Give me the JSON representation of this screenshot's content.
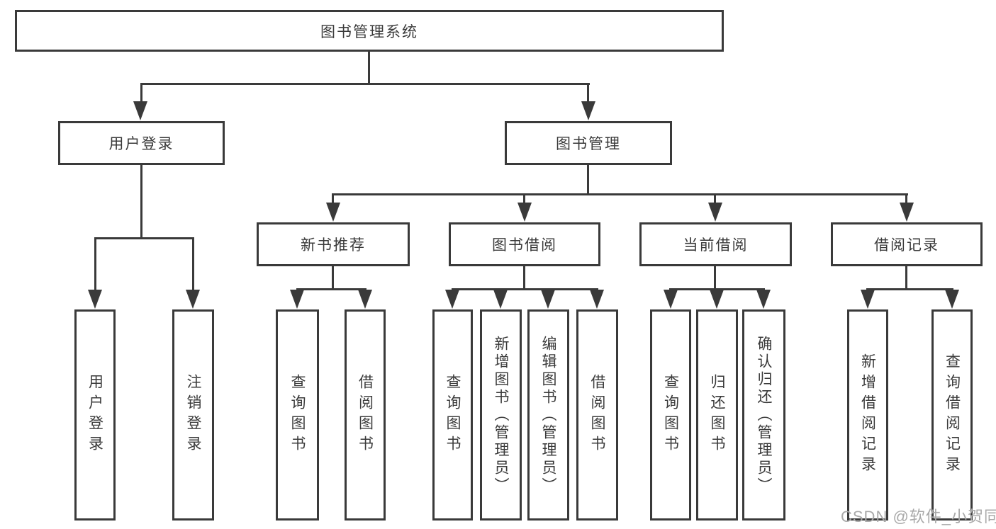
{
  "tree": {
    "root": {
      "label": "图书管理系统"
    },
    "branches": [
      {
        "label": "用户登录",
        "children": [
          {
            "label": "用户登录"
          },
          {
            "label": "注销登录"
          }
        ]
      },
      {
        "label": "图书管理",
        "children": [
          {
            "label": "新书推荐",
            "children": [
              {
                "label": "查询图书"
              },
              {
                "label": "借阅图书"
              }
            ]
          },
          {
            "label": "图书借阅",
            "children": [
              {
                "label": "查询图书"
              },
              {
                "label": "新增图书（管理员）"
              },
              {
                "label": "编辑图书（管理员）"
              },
              {
                "label": "借阅图书"
              }
            ]
          },
          {
            "label": "当前借阅",
            "children": [
              {
                "label": "查询图书"
              },
              {
                "label": "归还图书"
              },
              {
                "label": "确认归还（管理员）"
              }
            ]
          },
          {
            "label": "借阅记录",
            "children": [
              {
                "label": "新增借阅记录"
              },
              {
                "label": "查询借阅记录"
              }
            ]
          }
        ]
      }
    ]
  },
  "watermark": {
    "text": "CSDN @软件_小贺同学"
  },
  "colors": {
    "line": "#3a3a3a",
    "text": "#3a3a3a",
    "boxbg": "#ffffff",
    "bg": "#ffffff",
    "wm": "#a9a9a9"
  }
}
